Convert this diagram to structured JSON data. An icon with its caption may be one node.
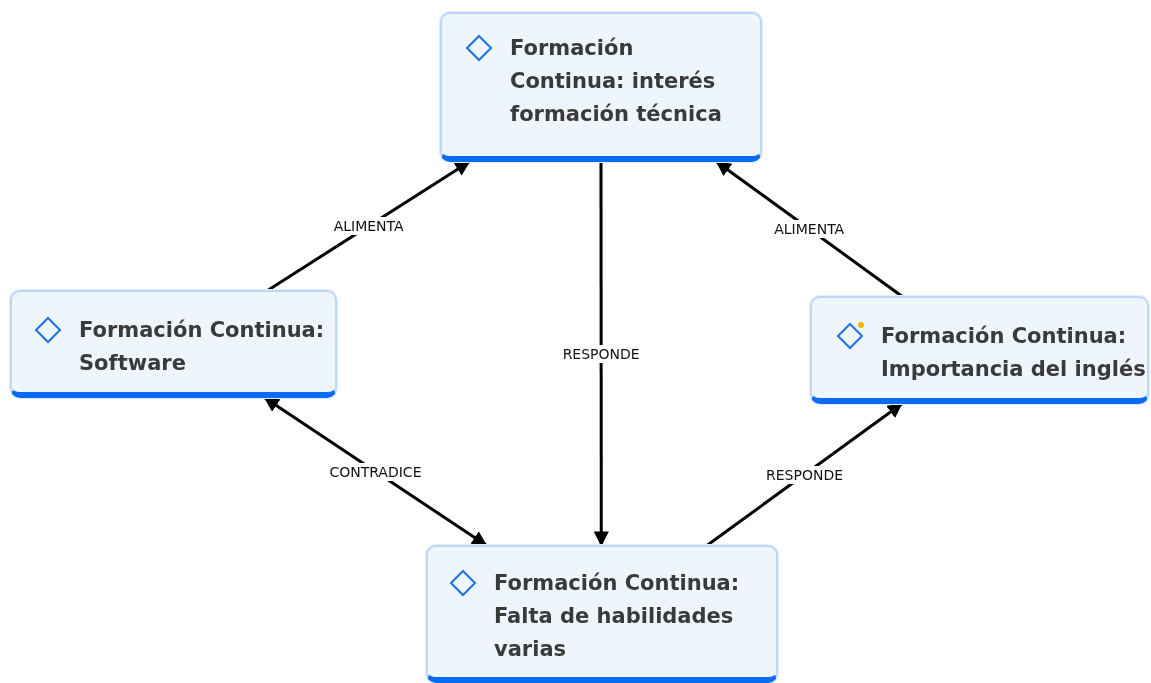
{
  "diagram": {
    "nodes": [
      {
        "text": [
          "Formación Continua: interés formación técnica"
        ]
      },
      {
        "text": [
          "Formación Continua: Software"
        ]
      },
      {
        "text": [
          "Formación Continua: Importancia del inglés"
        ]
      },
      {
        "text": [
          "Formación Continua: Falta de habilidades varias"
        ]
      }
    ],
    "edges": [
      {
        "from": 1,
        "to": 0,
        "arrow": "to",
        "label": "ALIMENTA"
      },
      {
        "from": 2,
        "to": 0,
        "arrow": "to",
        "label": "ALIMENTA"
      },
      {
        "from": 0,
        "to": 3,
        "arrow": "to",
        "label": "RESPONDE"
      },
      {
        "from": 1,
        "to": 3,
        "arrow": "both",
        "label": "CONTRADICE"
      },
      {
        "from": 3,
        "to": 2,
        "arrow": "to",
        "label": "RESPONDE"
      }
    ]
  }
}
